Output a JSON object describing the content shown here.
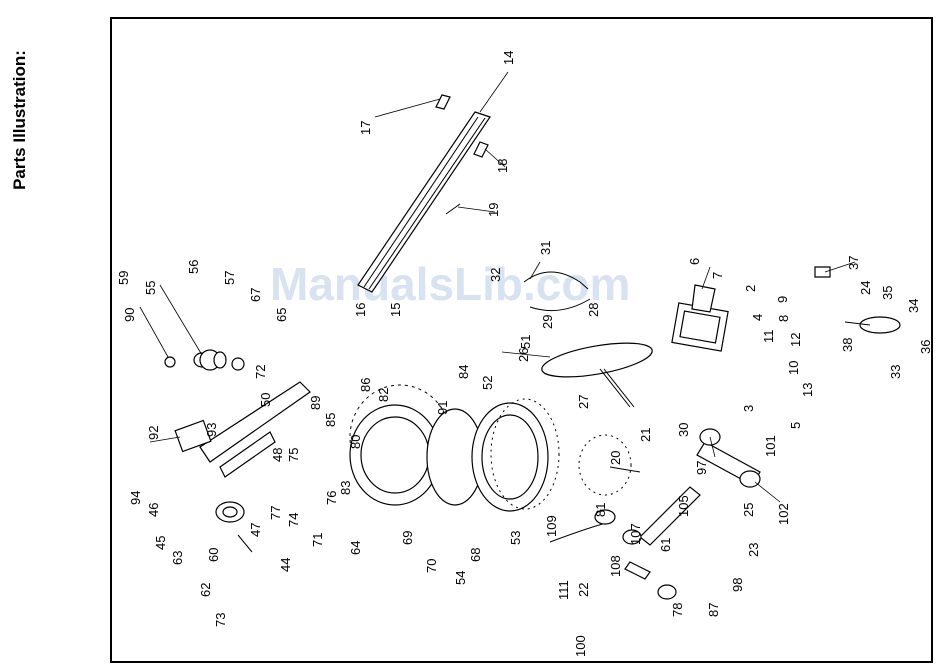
{
  "page": {
    "title": "Parts Illustration:",
    "watermark": "ManualsLib.com"
  },
  "labels": [
    "14",
    "17",
    "18",
    "19",
    "16",
    "15",
    "31",
    "32",
    "28",
    "29",
    "6",
    "7",
    "2",
    "9",
    "8",
    "4",
    "11",
    "12",
    "10",
    "13",
    "3",
    "5",
    "37",
    "24",
    "35",
    "34",
    "36",
    "33",
    "38",
    "59",
    "55",
    "56",
    "57",
    "67",
    "65",
    "90",
    "72",
    "50",
    "89",
    "86",
    "82",
    "85",
    "84",
    "52",
    "51",
    "26",
    "27",
    "91",
    "80",
    "93",
    "92",
    "75",
    "48",
    "94",
    "46",
    "45",
    "77",
    "74",
    "71",
    "76",
    "64",
    "83",
    "69",
    "70",
    "54",
    "68",
    "53",
    "81",
    "21",
    "20",
    "30",
    "97",
    "101",
    "25",
    "102",
    "105",
    "109",
    "107",
    "108",
    "61",
    "22",
    "111",
    "100",
    "78",
    "87",
    "98",
    "23",
    "44",
    "47",
    "60",
    "63",
    "62",
    "73"
  ]
}
